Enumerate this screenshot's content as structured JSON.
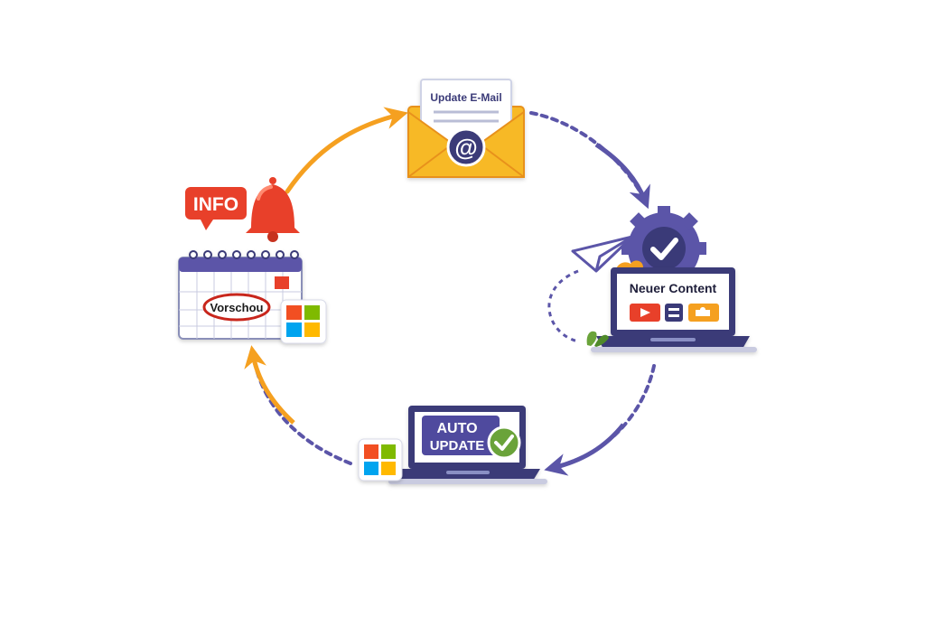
{
  "colors": {
    "orange": "#f5a020",
    "orange_dark": "#e8891a",
    "purple": "#5b55a8",
    "navy": "#3a3a78",
    "red": "#e8402a",
    "envelope": "#f7b928",
    "green": "#6aa33a",
    "ms_red": "#f25022",
    "ms_green": "#7fba00",
    "ms_blue": "#00a4ef",
    "ms_yellow": "#ffb900"
  },
  "nodes": {
    "email": {
      "label": "Update E-Mail",
      "icon": "at-sign-icon"
    },
    "content": {
      "label": "Neuer Content",
      "icons": [
        "video-icon",
        "text-icon",
        "puzzle-icon"
      ]
    },
    "auto_update": {
      "line1": "AUTO",
      "line2": "UPDATE",
      "icon": "checkmark-icon"
    },
    "preview": {
      "label": "Vorschou",
      "icon": "calendar-icon"
    },
    "notification": {
      "label": "INFO",
      "icon": "bell-icon"
    }
  }
}
